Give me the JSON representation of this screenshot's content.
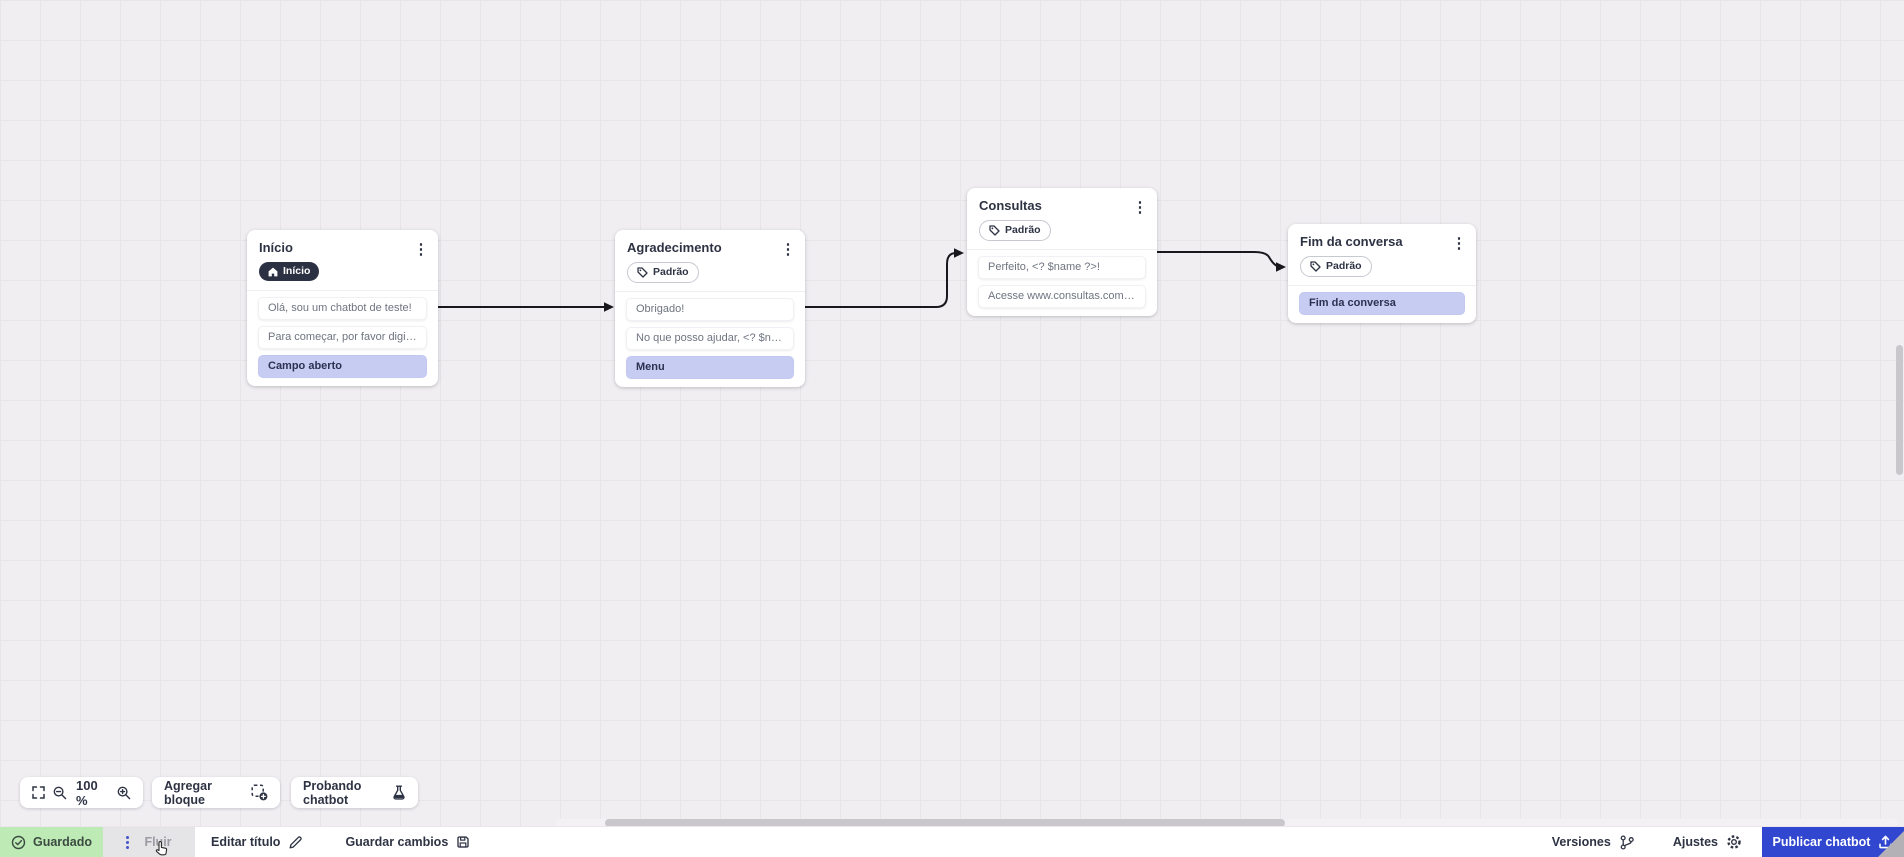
{
  "canvas": {
    "zoom_value": "100 %",
    "nodes": [
      {
        "title": "Início",
        "badge": "Início",
        "rows": [
          "Olá, sou um chatbot de teste!",
          "Para começar, por favor digite o ...",
          "Campo aberto"
        ]
      },
      {
        "title": "Agradecimento",
        "badge": "Padrão",
        "rows": [
          "Obrigado!",
          "No que posso ajudar, <? $name ...",
          "Menu"
        ]
      },
      {
        "title": "Consultas",
        "badge": "Padrão",
        "rows": [
          "Perfeito, <? $name ?>!",
          "Acesse www.consultas.com par..."
        ]
      },
      {
        "title": "Fim da conversa",
        "badge": "Padrão",
        "rows": [
          "Fim da conversa"
        ]
      }
    ]
  },
  "toolbar": {
    "add_block_label": "Agregar bloque",
    "test_chatbot_label": "Probando chatbot"
  },
  "statusbar": {
    "saved_label": "Guardado",
    "tab_label": "Fluir",
    "edit_title_label": "Editar título",
    "save_changes_label": "Guardar cambios",
    "versions_label": "Versiones",
    "settings_label": "Ajustes",
    "publish_label": "Publicar chatbot"
  },
  "colors": {
    "accent_blue": "#3247d0",
    "highlight_row": "#c7ccf3",
    "saved_green_bg": "#bdeab5",
    "badge_dark_bg": "#2b3042",
    "edge": "#17171c",
    "canvas_bg": "#f0eef1"
  }
}
